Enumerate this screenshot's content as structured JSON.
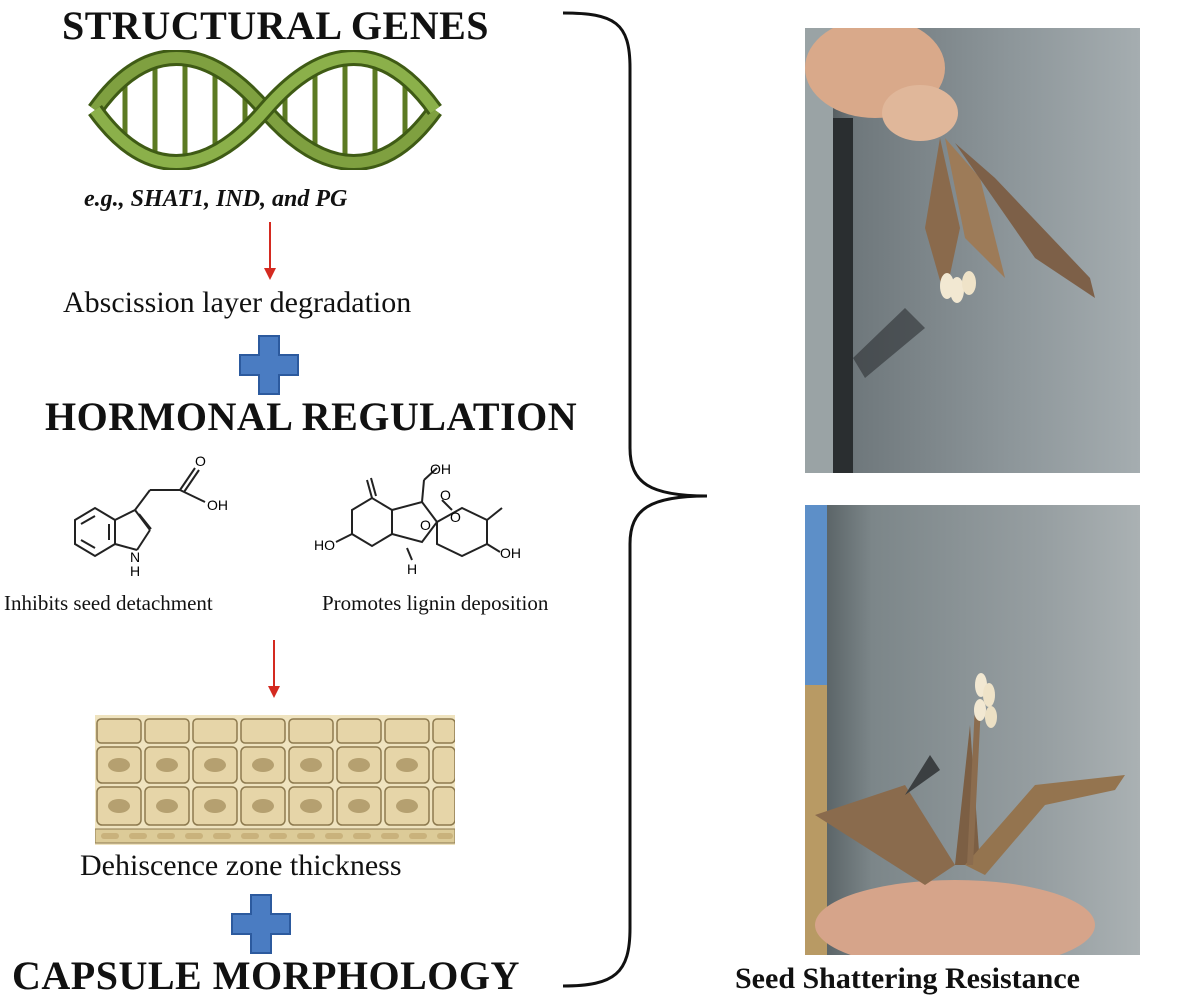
{
  "structural": {
    "heading": "STRUCTURAL GENES",
    "examples": "e.g., SHAT1, IND, and PG",
    "outcome": "Abscission layer degradation"
  },
  "hormonal": {
    "heading": "HORMONAL REGULATION",
    "molecule1": {
      "labels": [
        "OH",
        "O",
        "N",
        "H"
      ],
      "caption": "Inhibits seed detachment"
    },
    "molecule2": {
      "labels": [
        "OH",
        "O",
        "HO",
        "OH",
        "H",
        "O",
        "O"
      ],
      "caption": "Promotes lignin deposition"
    },
    "outcome": "Dehiscence zone thickness"
  },
  "capsule": {
    "heading": "CAPSULE MORPHOLOGY"
  },
  "result": {
    "caption": "Seed Shattering Resistance"
  },
  "colors": {
    "arrow": "#d42a20",
    "plus": "#4a7cc2",
    "dna": "#6d8c2e",
    "tissue": "#e6d5a8"
  }
}
